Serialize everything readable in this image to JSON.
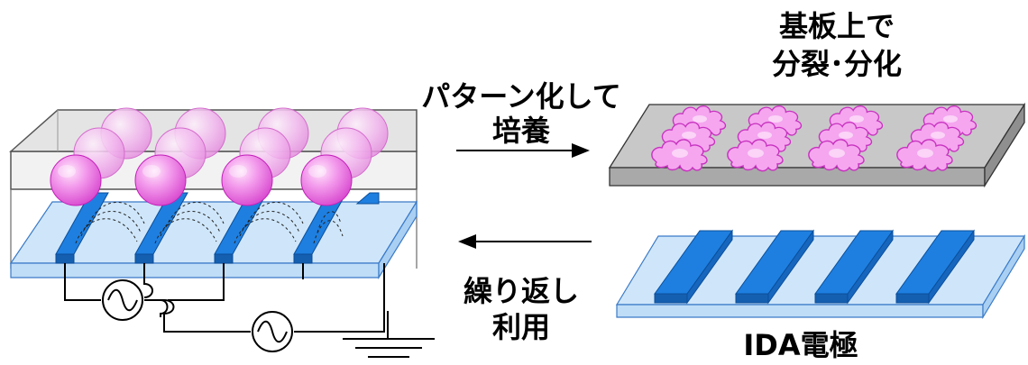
{
  "labels": {
    "pattern_culture_line1": "パターン化して",
    "pattern_culture_line2": "培養",
    "division_line1": "基板上で",
    "division_line2": "分裂･分化",
    "reuse_line1": "繰り返し",
    "reuse_line2": "利用",
    "ida_electrode": "IDA電極"
  },
  "colors": {
    "electrode": "#1E7FE0",
    "substrate": "#BFDDF7",
    "cell": "#F08CE8",
    "cell_outline": "#C832C0",
    "grey_substrate": "#C8C8C8",
    "chamber": "#E9E9E9"
  },
  "icons": {
    "ac_source": "sine-wave",
    "ground": "ground-symbol"
  }
}
